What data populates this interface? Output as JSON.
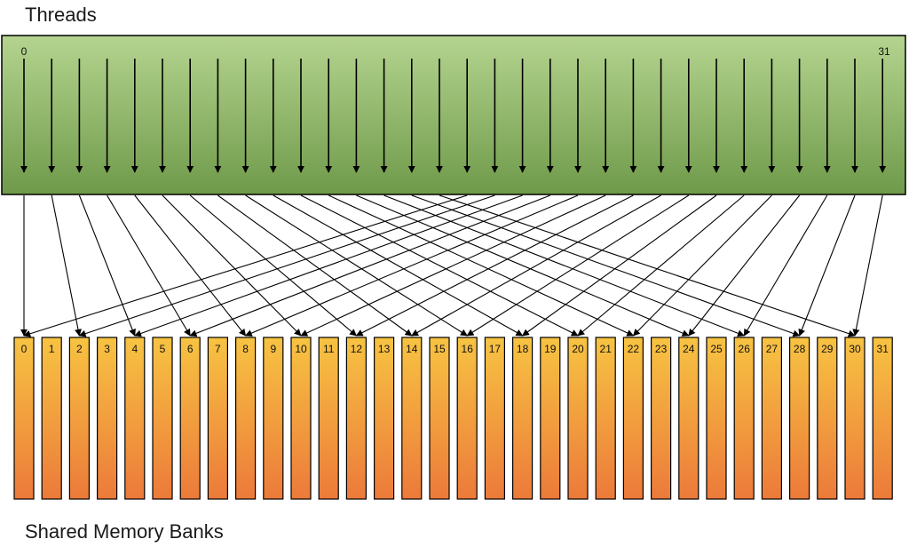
{
  "threads_title": "Threads",
  "banks_title": "Shared Memory Banks",
  "thread_first_label": "0",
  "thread_last_label": "31",
  "thread_count": 32,
  "bank_labels": [
    "0",
    "1",
    "2",
    "3",
    "4",
    "5",
    "6",
    "7",
    "8",
    "9",
    "10",
    "11",
    "12",
    "13",
    "14",
    "15",
    "16",
    "17",
    "18",
    "19",
    "20",
    "21",
    "22",
    "23",
    "24",
    "25",
    "26",
    "27",
    "28",
    "29",
    "30",
    "31"
  ],
  "thread_to_bank": [
    0,
    2,
    4,
    6,
    8,
    10,
    12,
    14,
    16,
    18,
    20,
    22,
    24,
    26,
    28,
    30,
    0,
    2,
    4,
    6,
    8,
    10,
    12,
    14,
    16,
    18,
    20,
    22,
    24,
    26,
    28,
    30
  ],
  "colors": {
    "threads_top": "#b4d48f",
    "threads_bottom": "#6f9a4a",
    "bank_top": "#f7c342",
    "bank_bottom": "#ec7a3a",
    "stroke": "#000000"
  }
}
